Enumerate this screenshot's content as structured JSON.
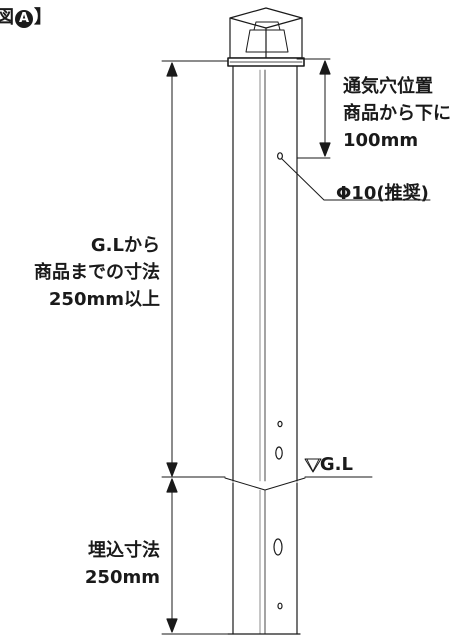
{
  "figure_label": {
    "open_bracket": "図",
    "badge": "A",
    "close_bracket": "】"
  },
  "labels": {
    "vent_position": [
      "通気穴位置",
      "商品から下に",
      "100mm"
    ],
    "hole_diameter": "Φ10(推奨)",
    "above_ground": [
      "G.Lから",
      "商品までの寸法",
      "250mm以上"
    ],
    "ground_line": "▽G.L",
    "embed_depth": [
      "埋込寸法",
      "250mm"
    ]
  },
  "colors": {
    "line": "#1a1a1a",
    "background": "#ffffff"
  }
}
